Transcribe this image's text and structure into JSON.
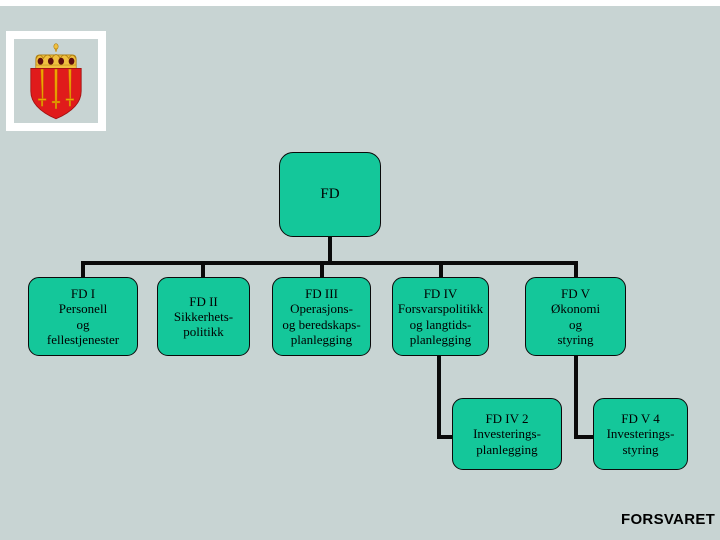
{
  "slide": {
    "background_color": "#c8d4d3",
    "footer_wordmark": "FORSVARET"
  },
  "logo": {
    "name": "norwegian-armed-forces-coat-of-arms",
    "description": "Red shield with three gold swords beneath a gold crown",
    "shield_color": "#e01b1b",
    "sword_color": "#f0a500",
    "crown_color": "#f0c040",
    "frame_color": "#ffffff"
  },
  "chart_data": {
    "type": "diagram",
    "title": "FD organisasjonskart",
    "node_fill": "#14c79a",
    "node_border": "#0a0a0a",
    "nodes": [
      {
        "id": "fd",
        "level": 1,
        "lines": [
          "FD"
        ]
      },
      {
        "id": "fd1",
        "level": 2,
        "lines": [
          "FD I",
          "Personell",
          "og",
          "fellestjenester"
        ]
      },
      {
        "id": "fd2",
        "level": 2,
        "lines": [
          "FD II",
          "Sikkerhets-",
          "politikk"
        ]
      },
      {
        "id": "fd3",
        "level": 2,
        "lines": [
          "FD III",
          "Operasjons-",
          "og beredskaps-",
          "planlegging"
        ]
      },
      {
        "id": "fd4",
        "level": 2,
        "lines": [
          "FD IV",
          "Forsvarspolitikk",
          "og langtids-",
          "planlegging"
        ]
      },
      {
        "id": "fd5",
        "level": 2,
        "lines": [
          "FD V",
          "Økonomi",
          "og",
          "styring"
        ]
      },
      {
        "id": "fd42",
        "level": 3,
        "lines": [
          "FD IV 2",
          "Investerings-",
          "planlegging"
        ]
      },
      {
        "id": "fd54",
        "level": 3,
        "lines": [
          "FD V 4",
          "Investerings-",
          "styring"
        ]
      }
    ],
    "edges": [
      {
        "from": "fd",
        "to": "fd1"
      },
      {
        "from": "fd",
        "to": "fd2"
      },
      {
        "from": "fd",
        "to": "fd3"
      },
      {
        "from": "fd",
        "to": "fd4"
      },
      {
        "from": "fd",
        "to": "fd5"
      },
      {
        "from": "fd4",
        "to": "fd42"
      },
      {
        "from": "fd5",
        "to": "fd54"
      }
    ]
  }
}
